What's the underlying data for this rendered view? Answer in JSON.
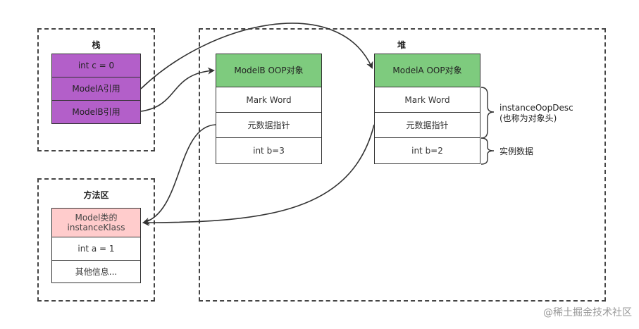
{
  "stack": {
    "title": "栈",
    "cells": [
      "int c = 0",
      "ModelA引用",
      "ModelB引用"
    ],
    "color": "#b35fc9"
  },
  "heap": {
    "title": "堆",
    "modelB": {
      "header": "ModelB OOP对象",
      "cells": [
        "Mark Word",
        "元数据指针",
        "int b=3"
      ]
    },
    "modelA": {
      "header": "ModelA OOP对象",
      "cells": [
        "Mark Word",
        "元数据指针",
        "int b=2"
      ]
    },
    "header_color": "#7ecb7e"
  },
  "method_area": {
    "title": "方法区",
    "klass": "Model类的\ninstanceKlass",
    "cells": [
      "int a = 1",
      "其他信息..."
    ],
    "klass_color": "#ffcccc"
  },
  "annotations": {
    "object_header_line1": "instanceOopDesc",
    "object_header_line2": "(也称为对象头)",
    "instance_data": "实例数据"
  },
  "watermark": "@稀土掘金技术社区"
}
